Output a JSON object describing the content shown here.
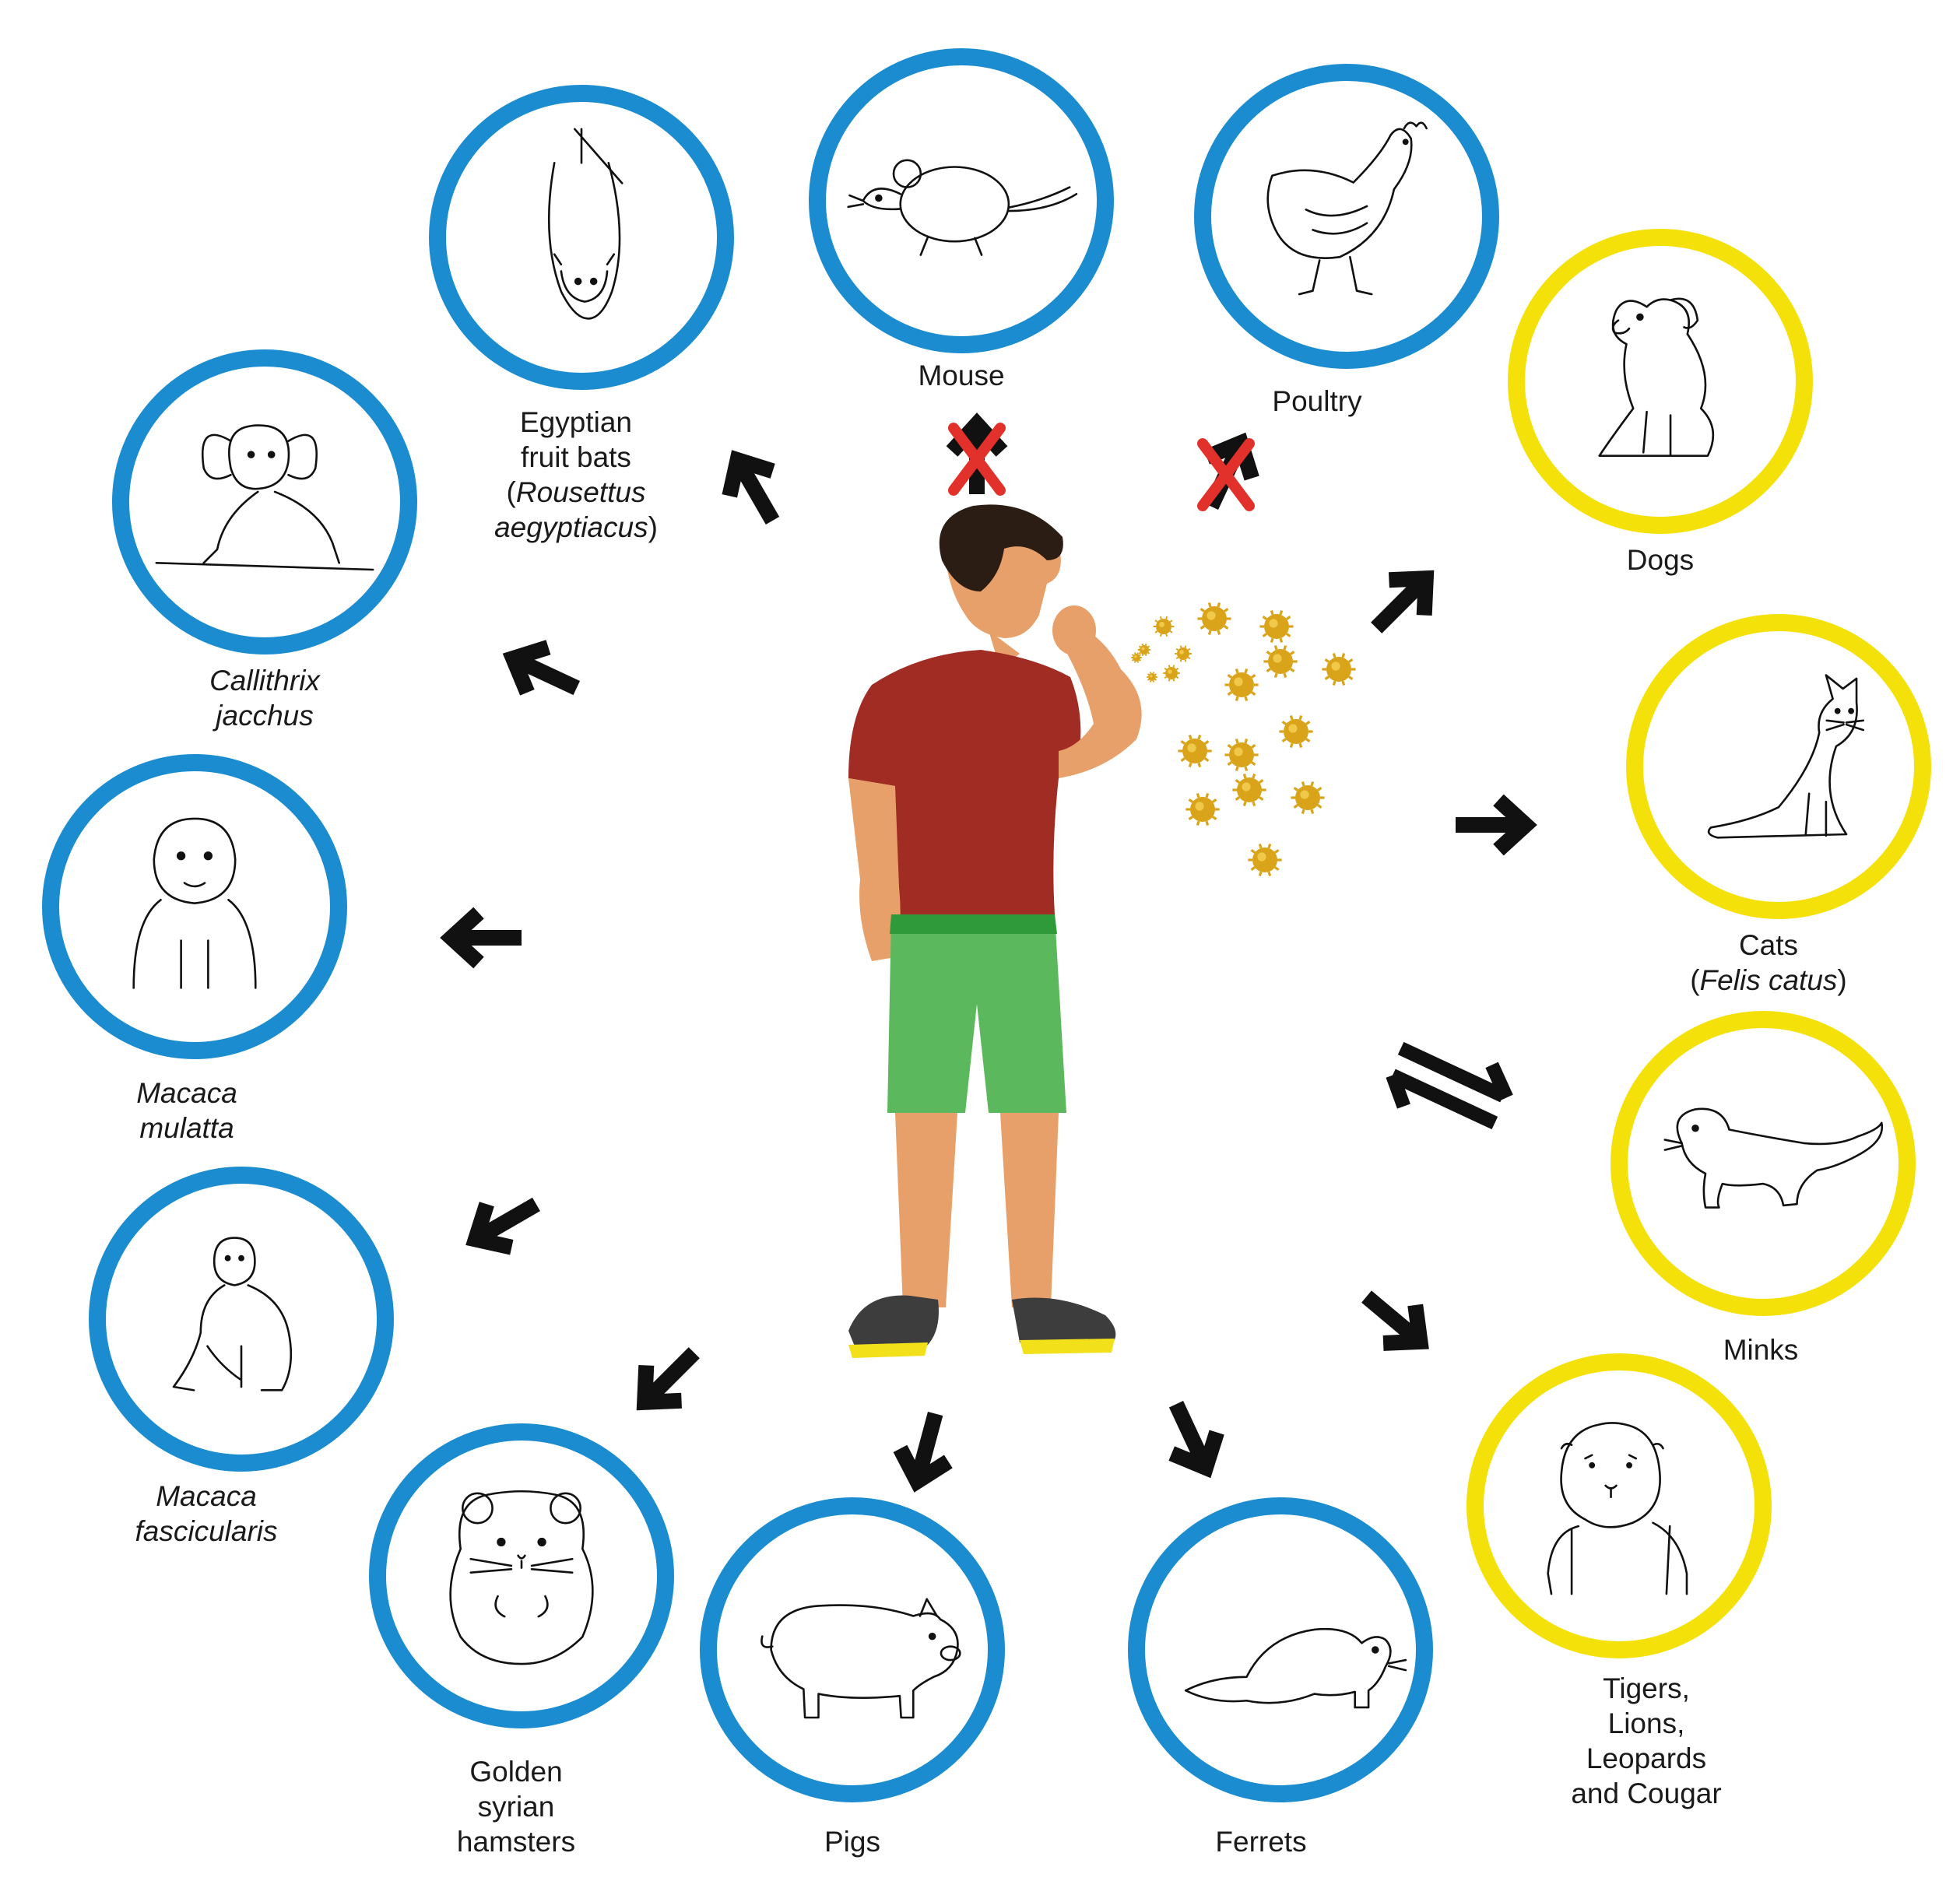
{
  "colors": {
    "ring_blue": "#1a8ccf",
    "ring_yellow": "#f5e10a",
    "arrow": "#111111",
    "cross": "#e2312a",
    "virus": "#d9a41a",
    "shirt": "#a12c23",
    "shorts": "#5cb85c",
    "skin": "#e8a06a",
    "hair": "#2b1c14"
  },
  "animals": [
    {
      "key": "mouse",
      "icon": "mouse-icon",
      "ring": "blue",
      "label": [
        "Mouse"
      ],
      "italic": [
        false
      ]
    },
    {
      "key": "poultry",
      "icon": "chicken-icon",
      "ring": "blue",
      "label": [
        "Poultry"
      ],
      "italic": [
        false
      ]
    },
    {
      "key": "dogs",
      "icon": "dog-icon",
      "ring": "yellow",
      "label": [
        "Dogs"
      ],
      "italic": [
        false
      ]
    },
    {
      "key": "cats",
      "icon": "cat-icon",
      "ring": "yellow",
      "label": [
        "Cats",
        "(Felis catus)"
      ],
      "italic": [
        false,
        "partial"
      ],
      "partial": {
        "pre": "(",
        "it": "Felis catus",
        "post": ")"
      }
    },
    {
      "key": "minks",
      "icon": "mink-icon",
      "ring": "yellow",
      "label": [
        "Minks"
      ],
      "italic": [
        false
      ]
    },
    {
      "key": "big-cats",
      "icon": "lion-icon",
      "ring": "yellow",
      "label": [
        "Tigers,",
        "Lions,",
        "Leopards",
        "and Cougar"
      ],
      "italic": [
        false,
        false,
        false,
        false
      ]
    },
    {
      "key": "ferrets",
      "icon": "ferret-icon",
      "ring": "blue",
      "label": [
        "Ferrets"
      ],
      "italic": [
        false
      ]
    },
    {
      "key": "pigs",
      "icon": "pig-icon",
      "ring": "blue",
      "label": [
        "Pigs"
      ],
      "italic": [
        false
      ]
    },
    {
      "key": "hamsters",
      "icon": "hamster-icon",
      "ring": "blue",
      "label": [
        "Golden",
        "syrian",
        "hamsters"
      ],
      "italic": [
        false,
        false,
        false
      ]
    },
    {
      "key": "macaca-fascicularis",
      "icon": "macaque-icon",
      "ring": "blue",
      "label": [
        "Macaca",
        "fascicularis"
      ],
      "italic": [
        true,
        true
      ]
    },
    {
      "key": "macaca-mulatta",
      "icon": "monkey-icon",
      "ring": "blue",
      "label": [
        "Macaca",
        "mulatta"
      ],
      "italic": [
        true,
        true
      ]
    },
    {
      "key": "callithrix",
      "icon": "marmoset-icon",
      "ring": "blue",
      "label": [
        "Callithrix",
        "jacchus"
      ],
      "italic": [
        true,
        true
      ]
    },
    {
      "key": "bats",
      "icon": "bat-icon",
      "ring": "blue",
      "label": [
        "Egyptian",
        "fruit bats",
        "(Rousettus",
        "aegyptiacus)"
      ],
      "italic": [
        false,
        false,
        "partial2",
        "partial3"
      ],
      "partial2": {
        "pre": "(",
        "it": "Rousettus",
        "post": ""
      },
      "partial3": {
        "pre": "",
        "it": "aegyptiacus",
        "post": ")"
      }
    }
  ],
  "arrows": [
    {
      "to": "mouse",
      "kind": "blocked"
    },
    {
      "to": "poultry",
      "kind": "blocked"
    },
    {
      "to": "dogs",
      "kind": "out"
    },
    {
      "to": "cats",
      "kind": "out"
    },
    {
      "to": "minks",
      "kind": "bidirectional"
    },
    {
      "to": "big-cats",
      "kind": "out"
    },
    {
      "to": "ferrets",
      "kind": "out"
    },
    {
      "to": "pigs",
      "kind": "out"
    },
    {
      "to": "hamsters",
      "kind": "out"
    },
    {
      "to": "macaca-fascicularis",
      "kind": "out"
    },
    {
      "to": "macaca-mulatta",
      "kind": "out"
    },
    {
      "to": "callithrix",
      "kind": "out"
    },
    {
      "to": "bats",
      "kind": "out"
    }
  ],
  "center": {
    "icon": "coughing-person-icon",
    "particles": "virus-particle-icon"
  }
}
